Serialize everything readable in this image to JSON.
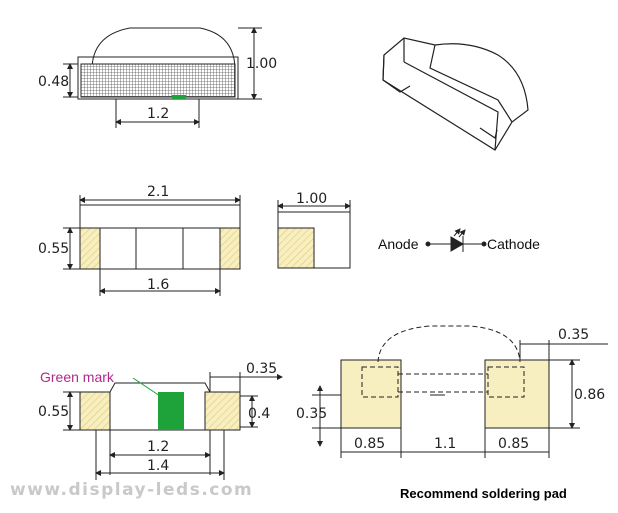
{
  "top_view": {
    "height_dim": "0.48",
    "total_height_dim": "1.00",
    "lens_width_dim": "1.2"
  },
  "side_view": {
    "length_dim": "2.1",
    "height_dim": "0.55",
    "inner_dim": "1.6"
  },
  "end_view": {
    "width_dim": "1.00"
  },
  "symbol": {
    "anode_label": "Anode",
    "cathode_label": "Cathode"
  },
  "bottom_view": {
    "mark_label": "Green mark",
    "pad_dim": "0.35",
    "height_dim": "0.55",
    "pad_height_dim": "0.4",
    "inner_dim": "1.2",
    "outer_dim": "1.4"
  },
  "soldering_pad": {
    "top_dim": "0.35",
    "height_dim": "0.86",
    "gap_dim": "0.35",
    "pad_width_left": "0.85",
    "spacing": "1.1",
    "pad_width_right": "0.85",
    "caption": "Recommend soldering pad"
  },
  "watermark": "www.display-leds.com",
  "colors": {
    "pad_fill": "#f8efc0",
    "mark_fill": "#1ea23a",
    "mark_label": "#b02a8a",
    "line": "#222222"
  }
}
